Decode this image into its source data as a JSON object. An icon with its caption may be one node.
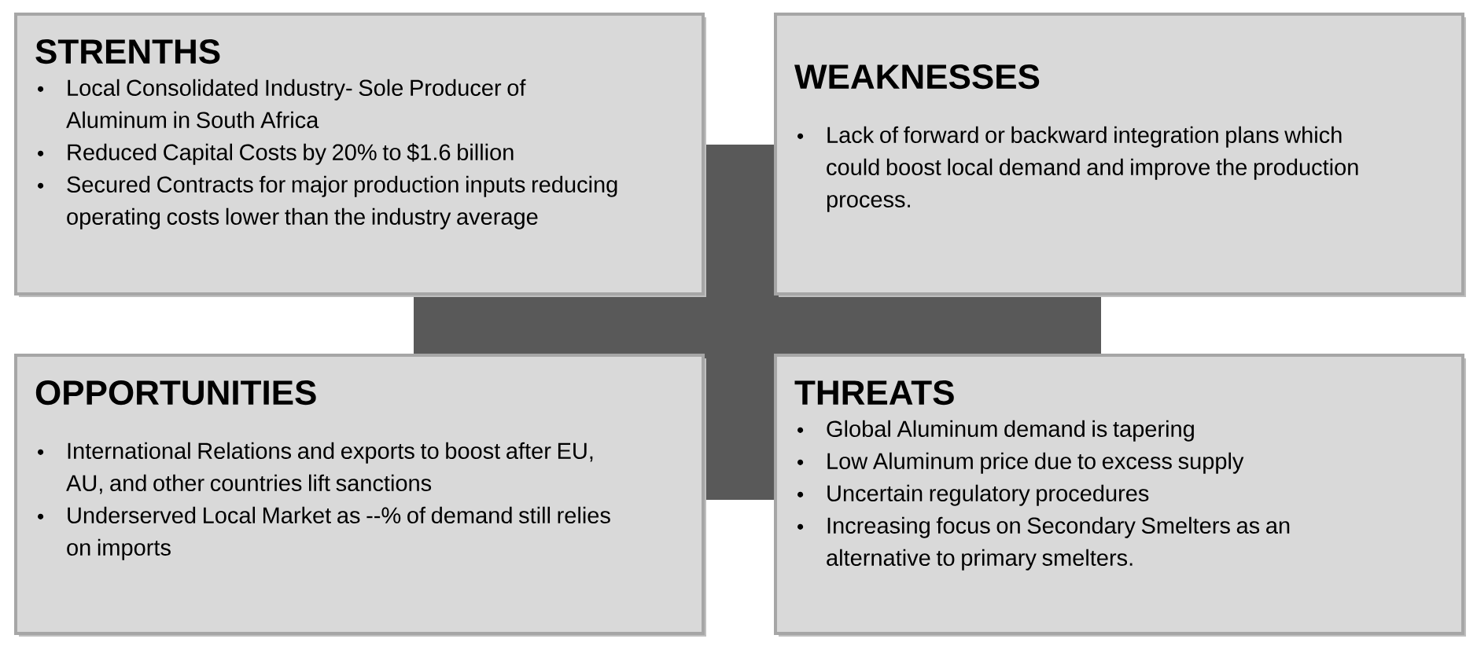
{
  "diagram": {
    "nodes": [
      {
        "text": [
          "STRENTHS",
          "Local Consolidated Industry- Sole Producer of Aluminum in South Africa",
          "Reduced Capital Costs by 20% to $1.6 billion",
          "Secured Contracts for major production inputs reducing operating costs lower than the industry average"
        ]
      },
      {
        "text": [
          "WEAKNESSES",
          "Lack of forward or backward integration plans which could boost local demand and improve the production process."
        ]
      },
      {
        "text": [
          "OPPORTUNITIES",
          "International Relations and exports to boost after EU, AU, and other countries lift sanctions",
          "Underserved Local Market as --% of demand still relies on imports"
        ]
      },
      {
        "text": [
          "THREATS",
          "Global Aluminum demand is tapering",
          "Low Aluminum price due to excess supply",
          "Uncertain regulatory procedures",
          "Increasing focus on Secondary Smelters as an alternative to primary smelters."
        ]
      }
    ]
  }
}
